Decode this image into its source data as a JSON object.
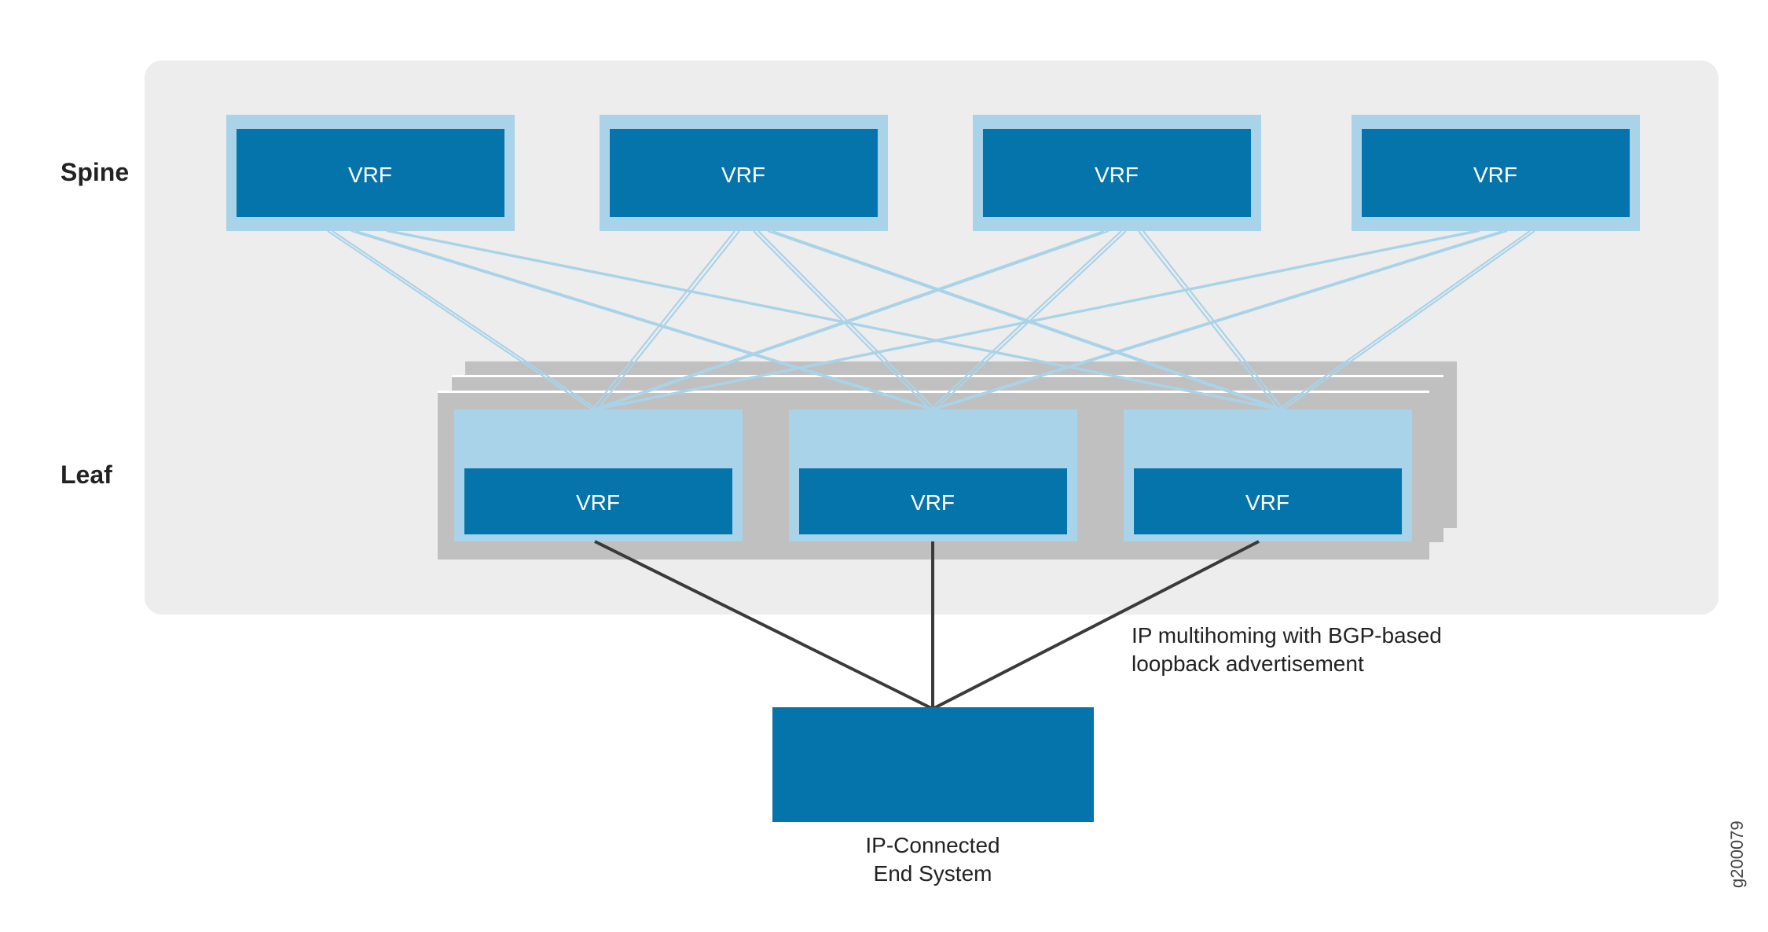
{
  "tiers": {
    "spine": "Spine",
    "leaf": "Leaf"
  },
  "spine_switches": [
    {
      "label": "VRF"
    },
    {
      "label": "VRF"
    },
    {
      "label": "VRF"
    },
    {
      "label": "VRF"
    }
  ],
  "leaf_switches": [
    {
      "label": "VRF"
    },
    {
      "label": "VRF"
    },
    {
      "label": "VRF"
    }
  ],
  "annotation": {
    "line1": "IP multihoming with BGP-based",
    "line2": "loopback advertisement"
  },
  "end_system": {
    "line1": "IP-Connected",
    "line2": "End System"
  },
  "figure_id": "g200079",
  "colors": {
    "fabric_background": "#ededed",
    "switch_outer": "#a9d3e8",
    "vrf_block": "#0474aa",
    "leaf_stack": "#c0c0c0",
    "link": "#a9d3e8",
    "access_link": "#3a3a3a",
    "text_dark": "#222222",
    "text_light": "#ffffff"
  }
}
